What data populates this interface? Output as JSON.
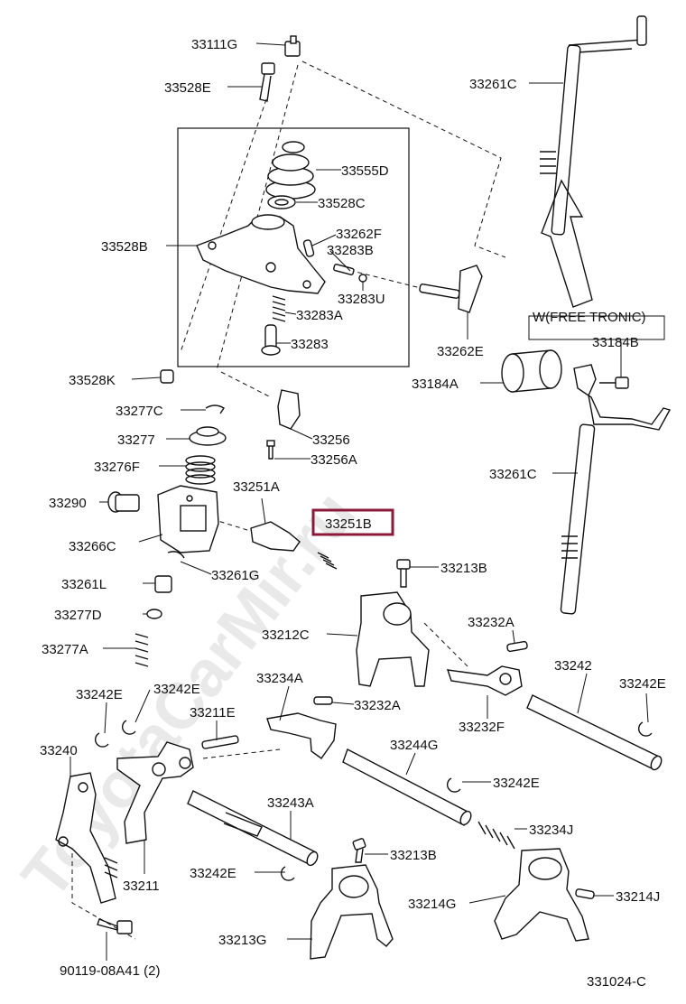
{
  "watermark": "ToyotaCarMir.ru",
  "variant_label": "W(FREE TRONIC)",
  "figure_code": "331024-C",
  "highlight_color": "#8b1a3a",
  "highlighted_part": "33251B",
  "parts": {
    "p33111G": "33111G",
    "p33528E": "33528E",
    "p33555D": "33555D",
    "p33528C": "33528C",
    "p33528B": "33528B",
    "p33262F": "33262F",
    "p33283B": "33283B",
    "p33283U": "33283U",
    "p33283A": "33283A",
    "p33283": "33283",
    "p33528K": "33528K",
    "p33277C": "33277C",
    "p33277": "33277",
    "p33276F": "33276F",
    "p33256": "33256",
    "p33256A": "33256A",
    "p33251A": "33251A",
    "p33251B": "33251B",
    "p33290": "33290",
    "p33266C": "33266C",
    "p33261G": "33261G",
    "p33261L": "33261L",
    "p33277D": "33277D",
    "p33277A": "33277A",
    "p33261C_top": "33261C",
    "p33262E": "33262E",
    "p33184A": "33184A",
    "p33184B": "33184B",
    "p33261C_mid": "33261C",
    "p33213B_top": "33213B",
    "p33232A_right": "33232A",
    "p33212C": "33212C",
    "p33242": "33242",
    "p33242E_right": "33242E",
    "p33234A": "33234A",
    "p33232A_mid": "33232A",
    "p33232F": "33232F",
    "p33242E_l1": "33242E",
    "p33242E_l2": "33242E",
    "p33211E": "33211E",
    "p33244G": "33244G",
    "p33242E_mid": "33242E",
    "p33240": "33240",
    "p33243A": "33243A",
    "p33234J": "33234J",
    "p33213B_bot": "33213B",
    "p33242E_bot": "33242E",
    "p33211": "33211",
    "p33214G": "33214G",
    "p33214J": "33214J",
    "p33213G": "33213G",
    "p90119": "90119-08A41 (2)"
  }
}
